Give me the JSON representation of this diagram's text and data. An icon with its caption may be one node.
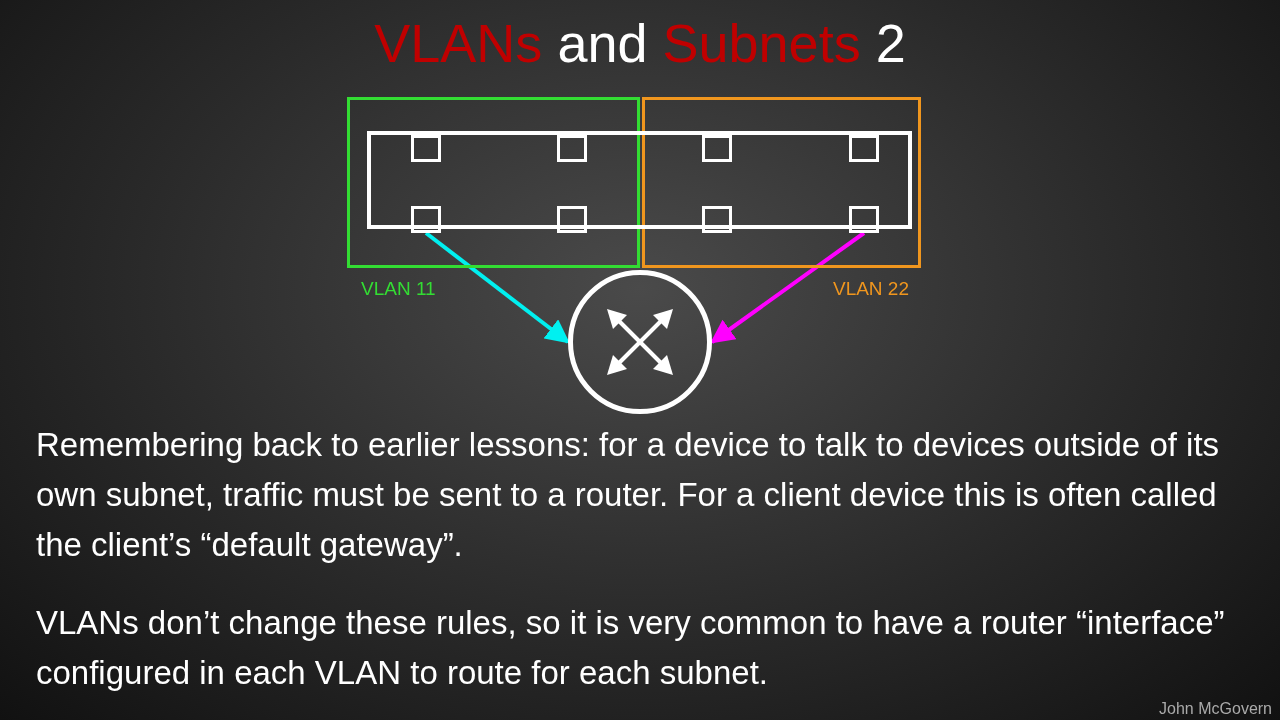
{
  "diagram": {
    "title": "VLANs and Subnets 2",
    "nodes": [
      {
        "text": [
          "VLAN 11"
        ]
      },
      {
        "text": [
          "VLAN 22"
        ]
      },
      {
        "text": [],
        "shape": "box"
      },
      {
        "text": [],
        "shape": "box"
      },
      {
        "text": [],
        "shape": "box"
      },
      {
        "text": [],
        "shape": "box"
      },
      {
        "text": [],
        "shape": "box"
      },
      {
        "text": [],
        "shape": "box",
        "in": 0
      },
      {
        "text": [],
        "shape": "box",
        "in": 0
      },
      {
        "text": [],
        "shape": "box",
        "in": 1
      },
      {
        "text": [],
        "shape": "box",
        "in": 1
      },
      {
        "text": [],
        "shape": "circle"
      }
    ],
    "edges": [
      {
        "from": 7,
        "to": 11,
        "arrow": "to",
        "color": "#00f0f0"
      },
      {
        "from": 10,
        "to": 11,
        "arrow": "to",
        "color": "#ff00ff"
      }
    ],
    "labels": [
      "Remembering back to earlier lessons: for a device to talk to devices outside of its own subnet, traffic must be sent to a router.  For a client device this is often called the client’s “default gateway”.",
      "VLANs don’t change these rules, so it is very common to have a router “interface” configured in each VLAN to route for each subnet.",
      "John McGovern"
    ]
  }
}
